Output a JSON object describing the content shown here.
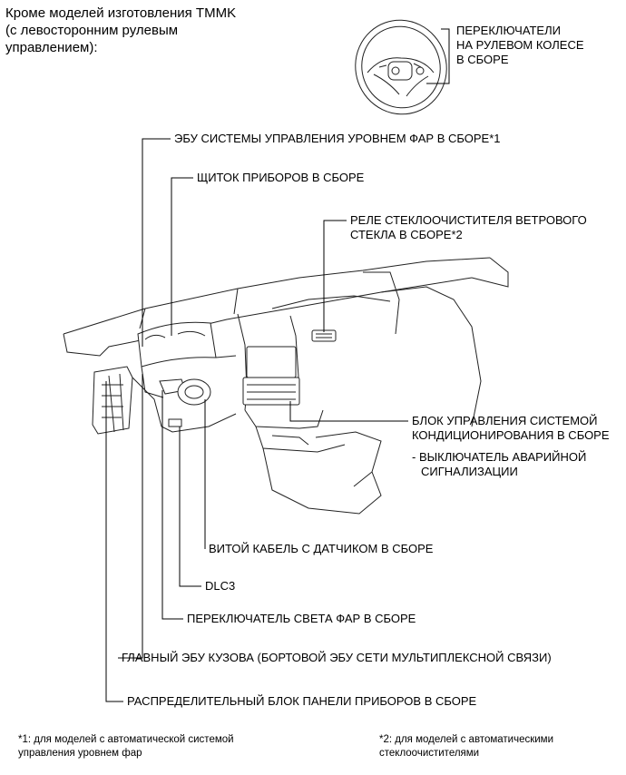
{
  "header": {
    "line1": "Кроме моделей изготовления TMMK",
    "line2": "(с левосторонним рулевым",
    "line3": "управлением):"
  },
  "labels": {
    "steering_switch_l1": "ПЕРЕКЛЮЧАТЕЛИ",
    "steering_switch_l2": "НА РУЛЕВОМ КОЛЕСЕ",
    "steering_switch_l3": "В СБОРЕ",
    "headlamp_leveling_ecu": "ЭБУ СИСТЕМЫ УПРАВЛЕНИЯ УРОВНЕМ ФАР В СБОРЕ*1",
    "combination_meter": "ЩИТОК ПРИБОРОВ В СБОРЕ",
    "wiper_relay_l1": "РЕЛЕ СТЕКЛООЧИСТИТЕЛЯ ВЕТРОВОГО",
    "wiper_relay_l2": "СТЕКЛА В СБОРЕ*2",
    "ac_control_l1": "БЛОК УПРАВЛЕНИЯ СИСТЕМОЙ",
    "ac_control_l2": "КОНДИЦИОНИРОВАНИЯ В СБОРЕ",
    "hazard_l1": "- ВЫКЛЮЧАТЕЛЬ АВАРИЙНОЙ",
    "hazard_l2": "СИГНАЛИЗАЦИИ",
    "spiral_cable": "ВИТОЙ КАБЕЛЬ  С ДАТЧИКОМ В СБОРЕ",
    "dlc3": "DLC3",
    "headlight_switch": "ПЕРЕКЛЮЧАТЕЛЬ СВЕТА ФАР  В СБОРЕ",
    "main_body_ecu": "ГЛАВНЫЙ ЭБУ КУЗОВА (БОРТОВОЙ ЭБУ СЕТИ МУЛЬТИПЛЕКСНОЙ СВЯЗИ)",
    "junction_block": "РАСПРЕДЕЛИТЕЛЬНЫЙ БЛОК ПАНЕЛИ ПРИБОРОВ В СБОРЕ"
  },
  "footnotes": {
    "fn1_l1": "*1: для моделей с автоматической системой",
    "fn1_l2": "управления уровнем фар",
    "fn2_l1": "*2: для моделей с автоматическими",
    "fn2_l2": "стеклоочистителями"
  }
}
